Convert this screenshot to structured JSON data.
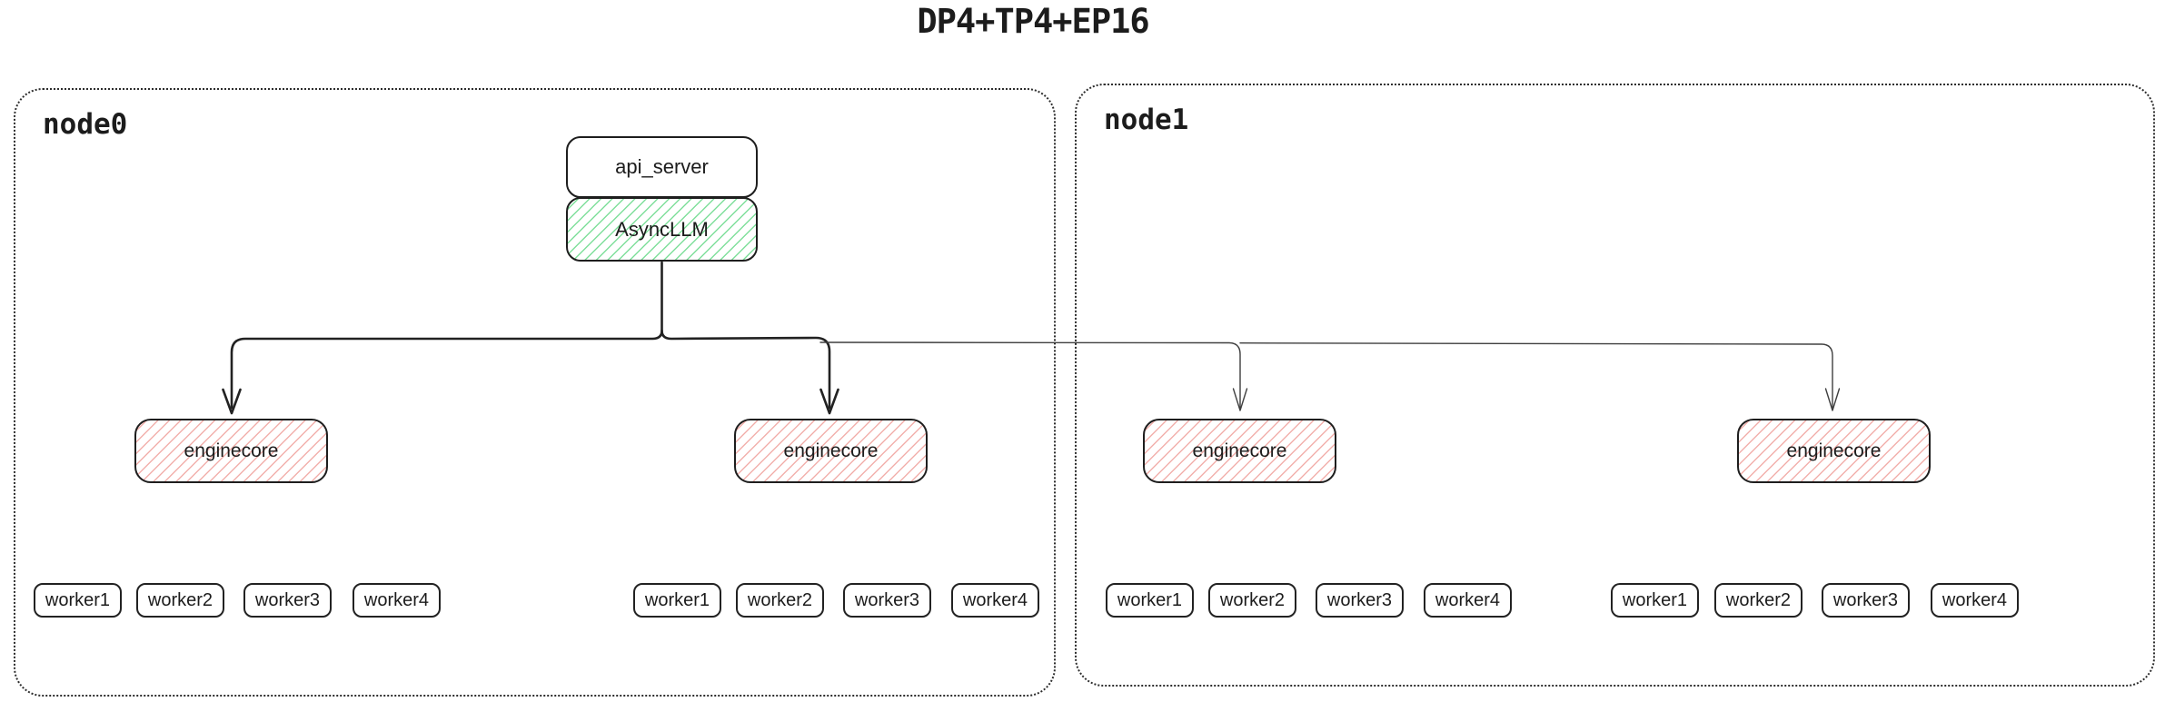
{
  "title": "DP4+TP4+EP16",
  "node0": {
    "label": "node0",
    "api_server_label": "api_server",
    "asyncllm_label": "AsyncLLM",
    "enginecore1_label": "enginecore",
    "enginecore2_label": "enginecore",
    "workers_group1": [
      "worker1",
      "worker2",
      "worker3",
      "worker4"
    ],
    "workers_group2": [
      "worker1",
      "worker2",
      "worker3",
      "worker4"
    ]
  },
  "node1": {
    "label": "node1",
    "enginecore1_label": "enginecore",
    "enginecore2_label": "enginecore",
    "workers_group1": [
      "worker1",
      "worker2",
      "worker3",
      "worker4"
    ],
    "workers_group2": [
      "worker1",
      "worker2",
      "worker3",
      "worker4"
    ]
  },
  "colors": {
    "green_hatch": "#7fdf9b",
    "red_hatch": "#f2b0ac",
    "thick_line": "#222222",
    "thin_line": "#3f3f3f",
    "border": "#1e1e1e"
  }
}
